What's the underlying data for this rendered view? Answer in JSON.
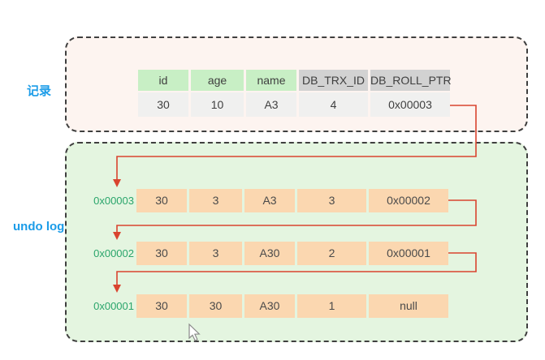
{
  "record_section": {
    "label": "记录",
    "table": {
      "headers": [
        {
          "label": "id",
          "style": "green"
        },
        {
          "label": "age",
          "style": "green"
        },
        {
          "label": "name",
          "style": "green"
        },
        {
          "label": "DB_TRX_ID",
          "style": "gray"
        },
        {
          "label": "DB_ROLL_PTR",
          "style": "gray"
        }
      ],
      "row": [
        "30",
        "10",
        "A3",
        "4",
        "0x00003"
      ]
    }
  },
  "undo_section": {
    "label": "undo log",
    "rows": [
      {
        "address": "0x00003",
        "cells": [
          "30",
          "3",
          "A3",
          "3",
          "0x00002"
        ]
      },
      {
        "address": "0x00002",
        "cells": [
          "30",
          "3",
          "A30",
          "2",
          "0x00001"
        ]
      },
      {
        "address": "0x00001",
        "cells": [
          "30",
          "30",
          "A30",
          "1",
          "null"
        ]
      }
    ]
  },
  "connections": [
    {
      "from": "record.DB_ROLL_PTR=0x00003",
      "to": "undo_log.0x00003"
    },
    {
      "from": "undo_log.0x00003.roll_ptr=0x00002",
      "to": "undo_log.0x00002"
    },
    {
      "from": "undo_log.0x00002.roll_ptr=0x00001",
      "to": "undo_log.0x00001"
    }
  ],
  "icons": {
    "cursor": "mouse-pointer-arrow"
  },
  "colors": {
    "record_box_bg": "#fdf4f0",
    "undo_box_bg": "#e4f5e0",
    "green_header_bg": "#c8efc5",
    "gray_header_bg": "#d2d2d2",
    "data_cell_bg": "#f0f0ef",
    "undo_cell_bg": "#fbd7b0",
    "arrow_red": "#d9442f",
    "section_label_blue": "#1b9ce8",
    "address_green": "#2aa56b",
    "dashed_border": "#3f3f3f"
  }
}
